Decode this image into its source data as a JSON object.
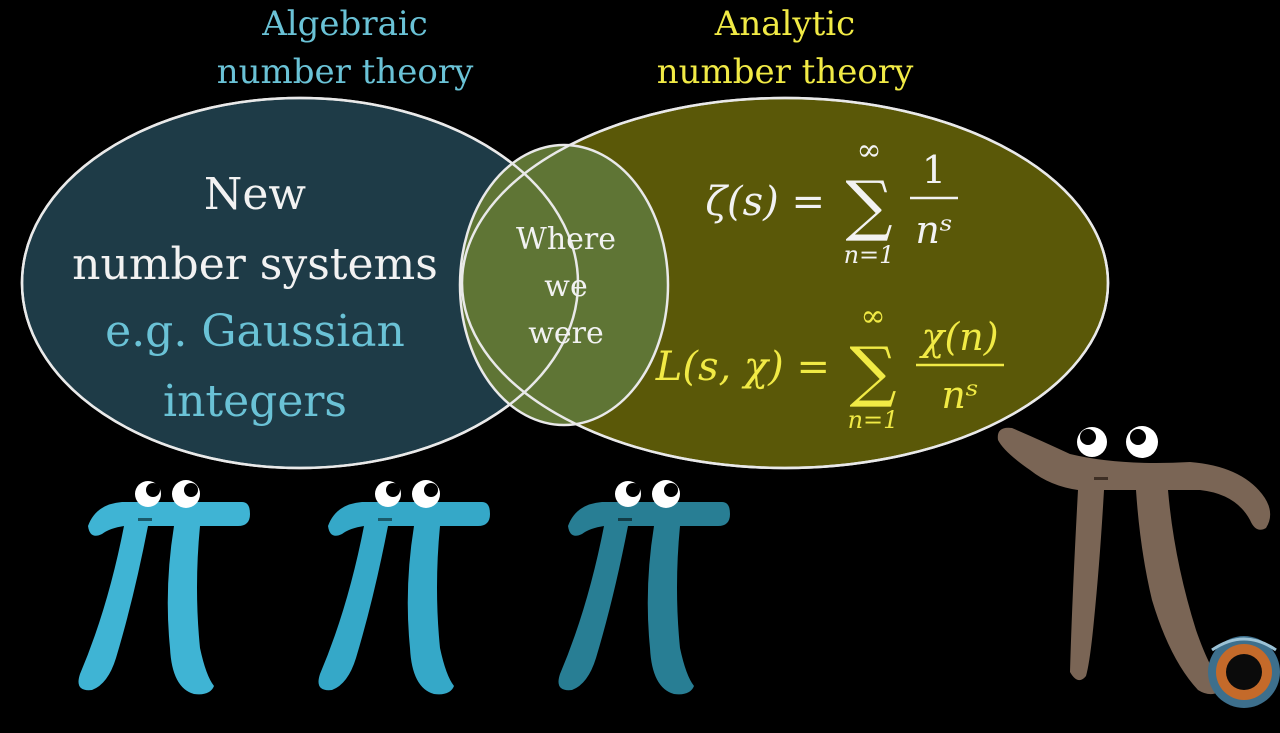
{
  "venn": {
    "left_title_line1": "Algebraic",
    "left_title_line2": "number theory",
    "right_title_line1": "Analytic",
    "right_title_line2": "number theory",
    "left_body_line1": "New",
    "left_body_line2": "number systems",
    "left_example_line1": "e.g. Gaussian",
    "left_example_line2": "integers",
    "center_line1": "Where",
    "center_line2": "we",
    "center_line3": "were"
  },
  "formulas": {
    "zeta": {
      "lhs": "ζ(s) =",
      "sum_top": "∞",
      "sum_symbol": "∑",
      "sum_bottom": "n=1",
      "numerator": "1",
      "denominator": "nˢ"
    },
    "l_function": {
      "lhs": "L(s, χ) =",
      "sum_top": "∞",
      "sum_symbol": "∑",
      "sum_bottom": "n=1",
      "numerator": "χ(n)",
      "denominator": "nˢ"
    }
  },
  "colors": {
    "algebraic": "#6ac2d6",
    "analytic": "#f1ea45",
    "left_fill": "#1e3b47",
    "right_fill": "#5a5808",
    "overlap_fill": "#5f7535",
    "pi_blue_1": "#3fb4d4",
    "pi_blue_2": "#35a8c8",
    "pi_blue_3": "#287e94",
    "pi_brown": "#7a6555"
  },
  "characters": [
    "pi-creature-blue",
    "pi-creature-blue",
    "pi-creature-blue-dark",
    "pi-creature-brown"
  ]
}
